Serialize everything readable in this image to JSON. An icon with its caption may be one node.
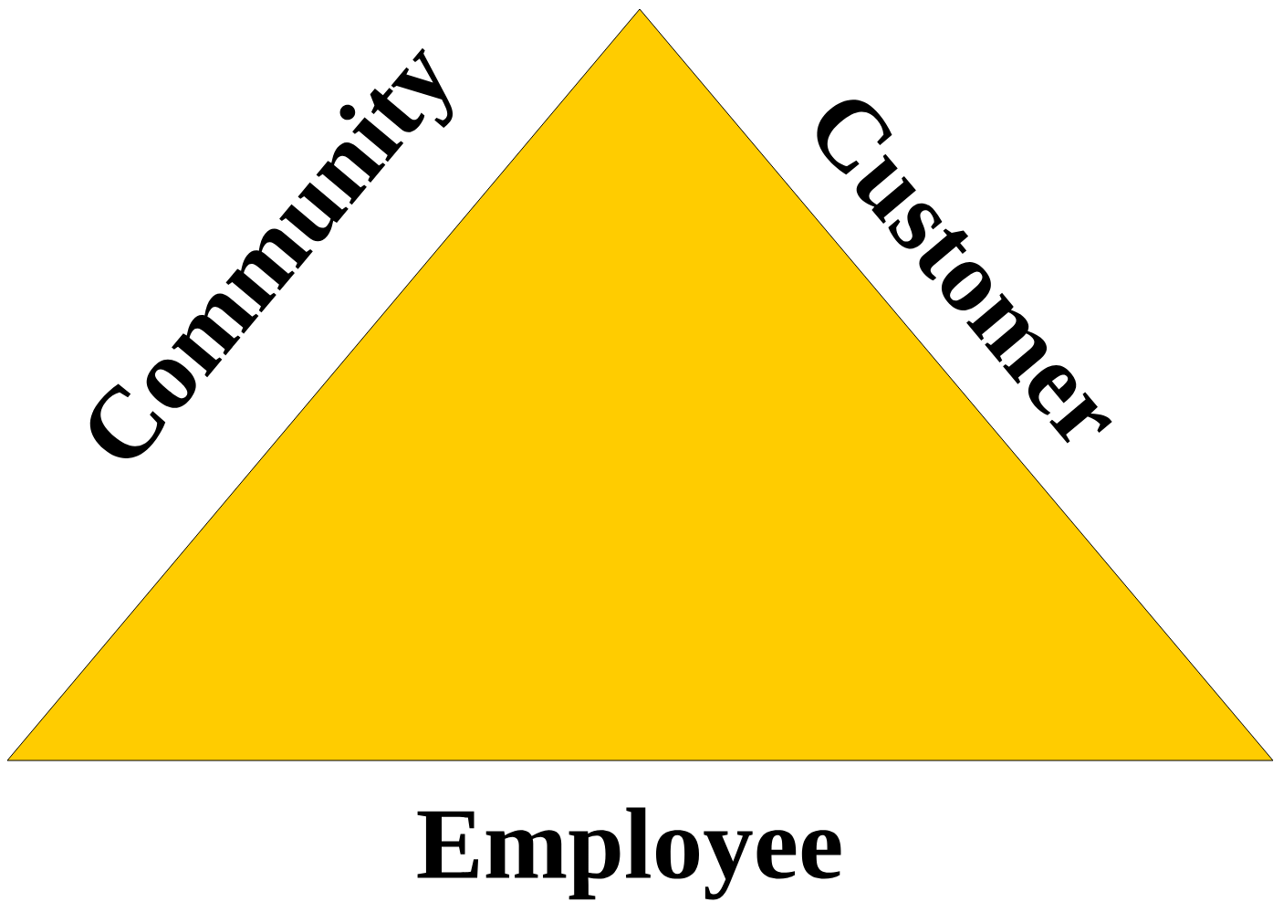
{
  "diagram": {
    "labels": [
      "Community",
      "Customer",
      "Employee"
    ]
  }
}
